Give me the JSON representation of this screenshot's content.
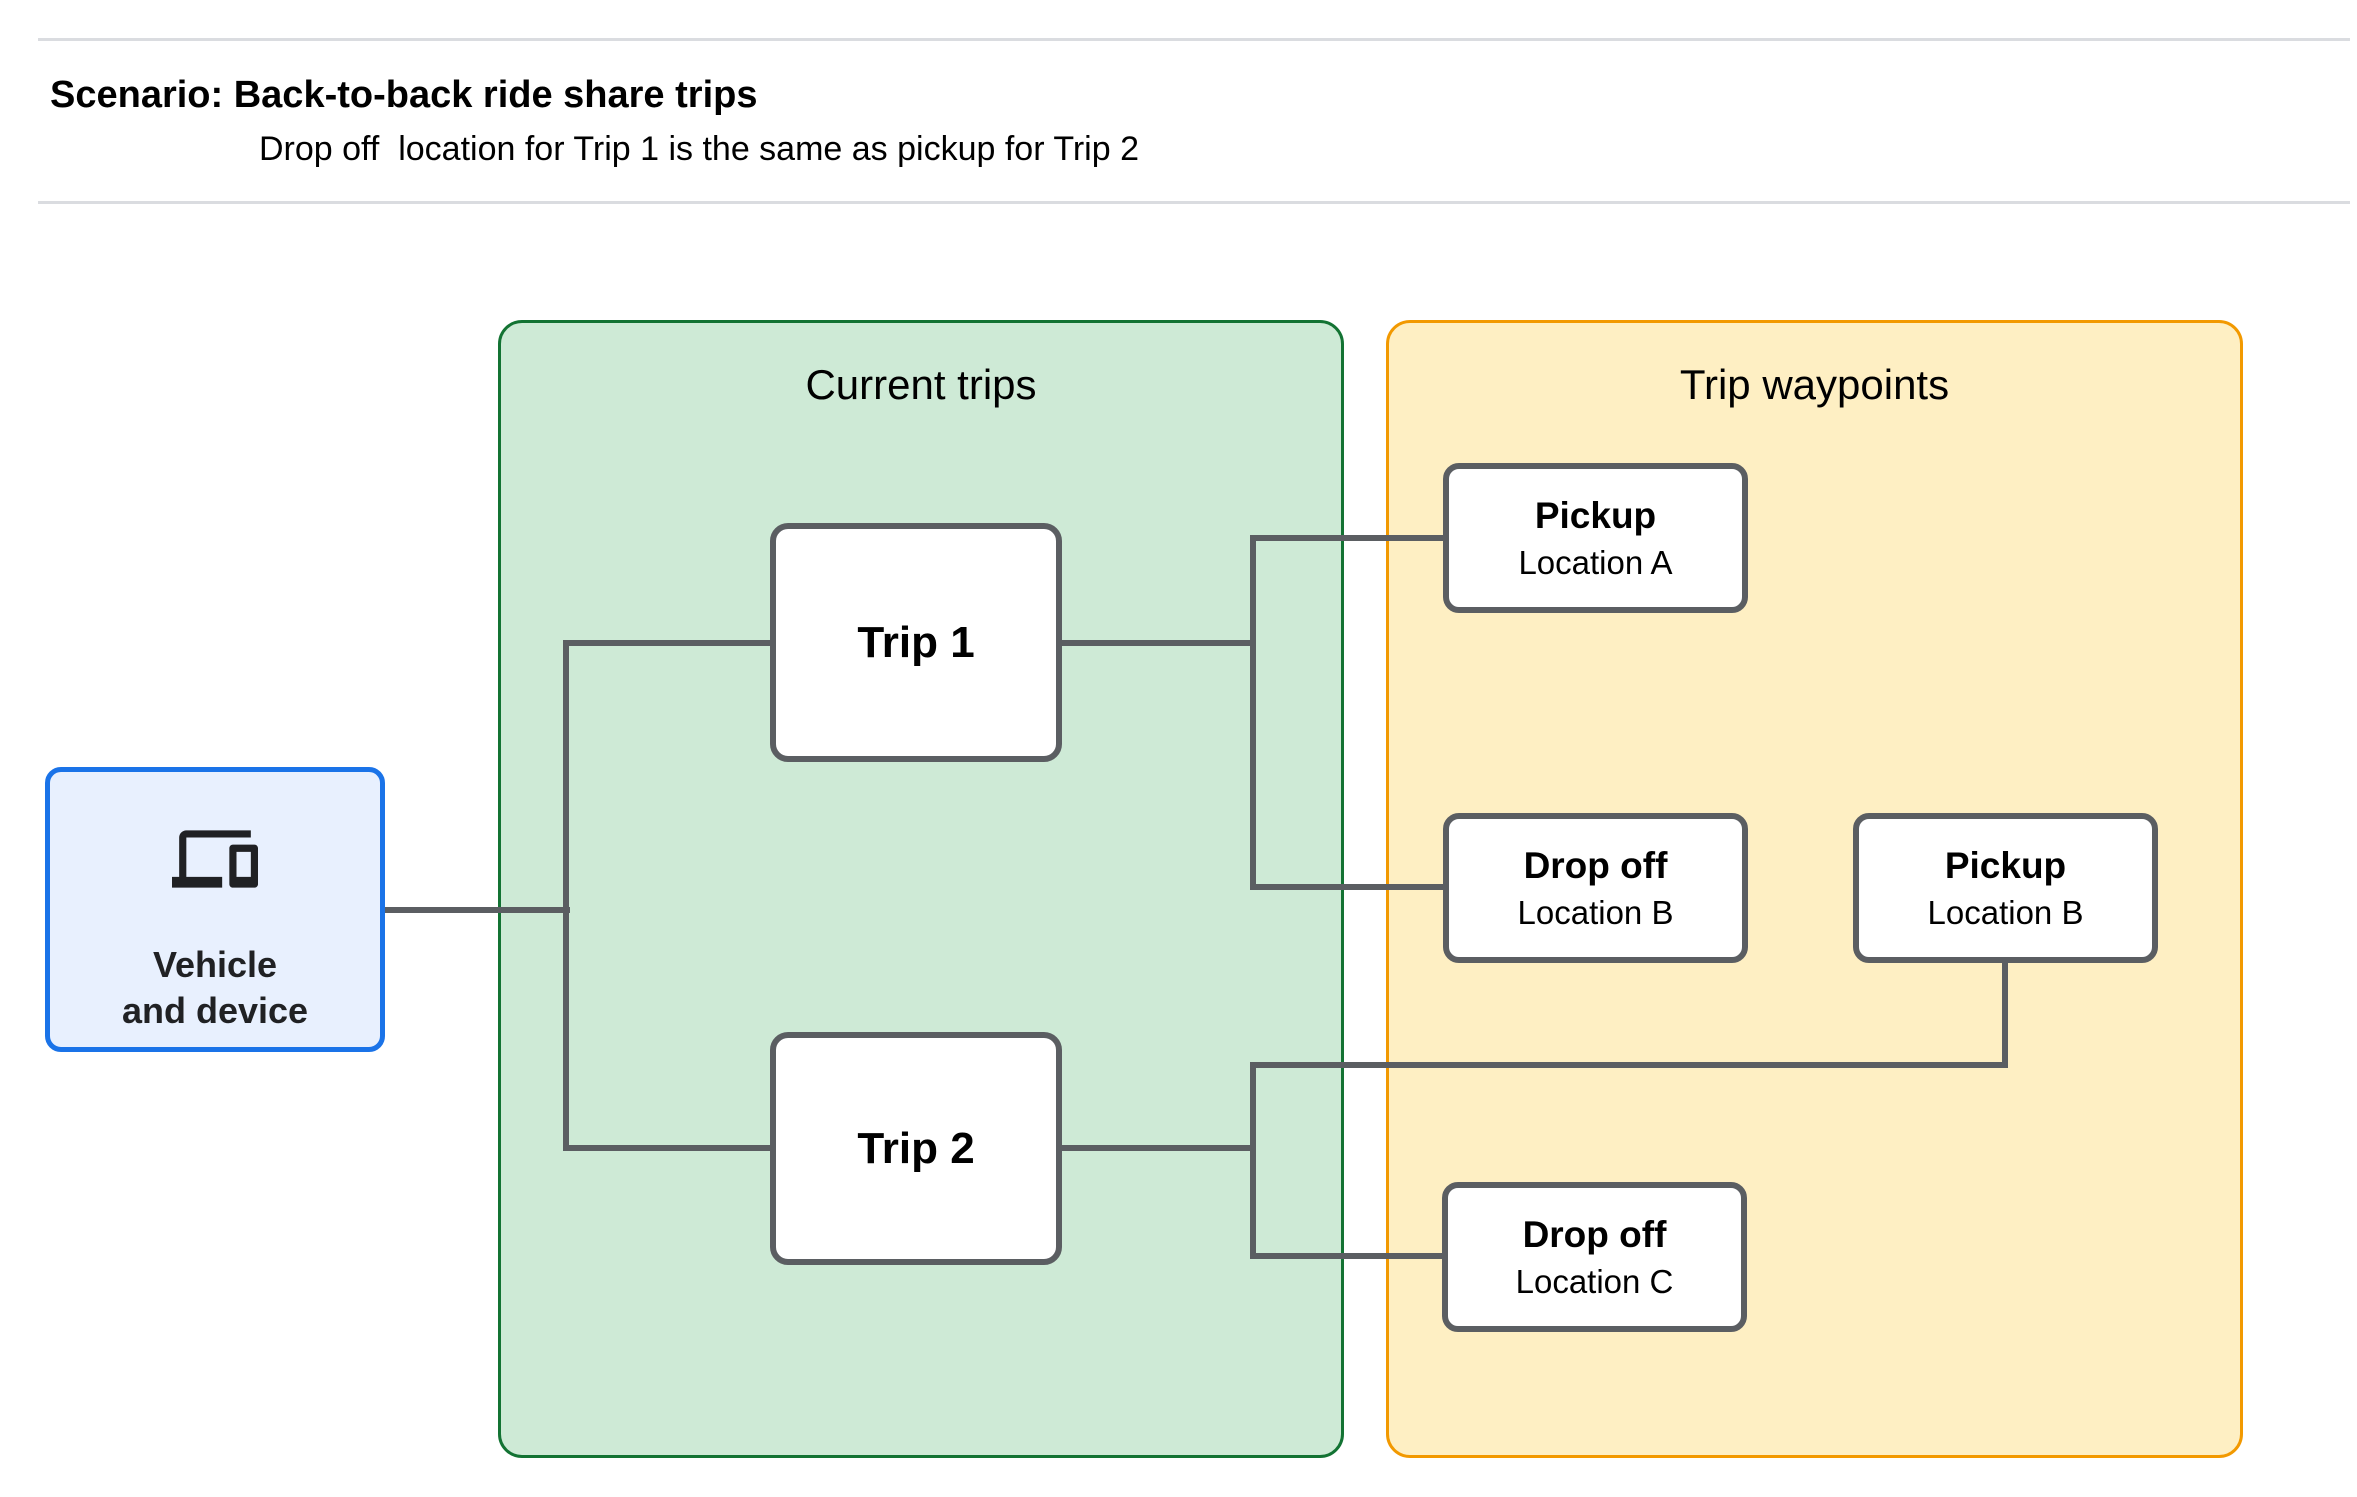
{
  "header": {
    "title": "Scenario: Back-to-back ride share trips",
    "subtitle": "Drop off  location for Trip 1 is the same as pickup for Trip 2"
  },
  "vehicle": {
    "icon": "devices-icon",
    "label_line1": "Vehicle",
    "label_line2": "and device"
  },
  "groups": {
    "current_trips": {
      "title": "Current trips"
    },
    "trip_waypoints": {
      "title": "Trip waypoints"
    }
  },
  "trips": [
    {
      "label": "Trip 1"
    },
    {
      "label": "Trip 2"
    }
  ],
  "waypoints": [
    {
      "title": "Pickup",
      "location": "Location A"
    },
    {
      "title": "Drop off",
      "location": "Location B"
    },
    {
      "title": "Pickup",
      "location": "Location B"
    },
    {
      "title": "Drop off",
      "location": "Location C"
    }
  ],
  "colors": {
    "trips_fill": "#CEEAD6",
    "trips_border": "#137333",
    "waypoints_fill": "#FEEFC3",
    "waypoints_border": "#F29900",
    "vehicle_fill": "#E8F0FE",
    "vehicle_border": "#1A73E8",
    "connector": "#5B5E62",
    "node_border": "#5B5E62",
    "rule": "#DADCE0",
    "text": "#000000"
  }
}
